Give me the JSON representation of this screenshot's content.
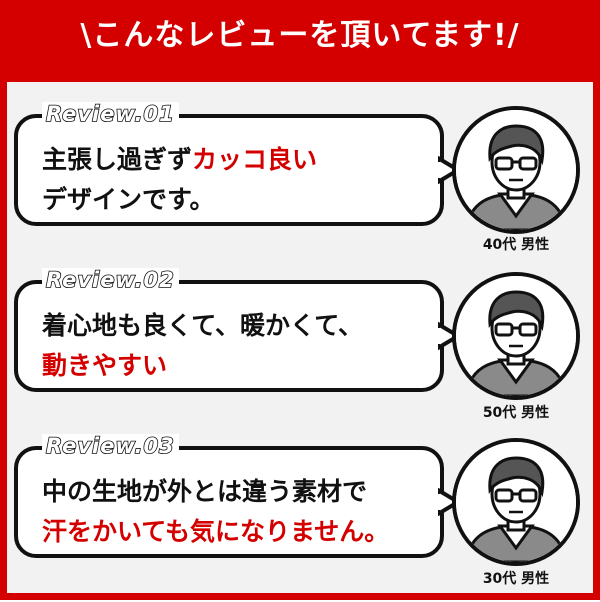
{
  "header": {
    "title": "\\こんなレビューを頂いてます!/"
  },
  "reviews": [
    {
      "tag": "Review.01",
      "line1_pre": "主張し過ぎず",
      "line1_highlight": "カッコ良い",
      "line2_pre": "デザインです。",
      "line2_highlight": "",
      "caption": "40代 男性"
    },
    {
      "tag": "Review.02",
      "line1_pre": "着心地も良くて、暖かくて、",
      "line1_highlight": "",
      "line2_pre": "",
      "line2_highlight": "動きやすい",
      "caption": "50代 男性"
    },
    {
      "tag": "Review.03",
      "line1_pre": "中の生地が外とは違う素材で",
      "line1_highlight": "",
      "line2_pre": "",
      "line2_highlight": "汗をかいても気になりません。",
      "caption": "30代 男性"
    }
  ],
  "colors": {
    "accent": "#d40000",
    "panel": "#f2f2f2",
    "ink": "#111111"
  },
  "icons": [
    "person-avatar-icon"
  ]
}
